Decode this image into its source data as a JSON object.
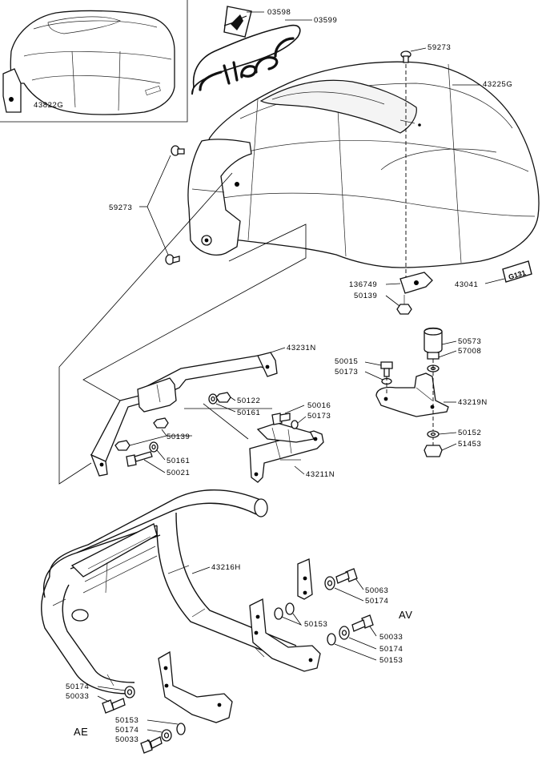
{
  "labels": {
    "p03598": "03598",
    "p03599": "03599",
    "p59273_top": "59273",
    "p43225G": "43225G",
    "p43822G": "43822G",
    "p59273_left": "59273",
    "p136749": "136749",
    "p50139_a": "50139",
    "p43041": "43041",
    "p43231N": "43231N",
    "p50573": "50573",
    "p57008": "57008",
    "p50015": "50015",
    "p50173_a": "50173",
    "p50122": "50122",
    "p50161_a": "50161",
    "p50016": "50016",
    "p50173_b": "50173",
    "p43219N": "43219N",
    "p50139_b": "50139",
    "p50152": "50152",
    "p51453": "51453",
    "p50161_b": "50161",
    "p50021": "50021",
    "p43211N": "43211N",
    "p43216H": "43216H",
    "p50063": "50063",
    "p50174_a": "50174",
    "p50153_a": "50153",
    "p50033_a": "50033",
    "p50174_b": "50174",
    "p50153_b": "50153",
    "p50174_c": "50174",
    "p50033_b": "50033",
    "p50153_c": "50153",
    "p50174_d": "50174",
    "p50033_c": "50033"
  },
  "sections": {
    "front": "AV",
    "rear": "AE"
  },
  "badge": "G131"
}
